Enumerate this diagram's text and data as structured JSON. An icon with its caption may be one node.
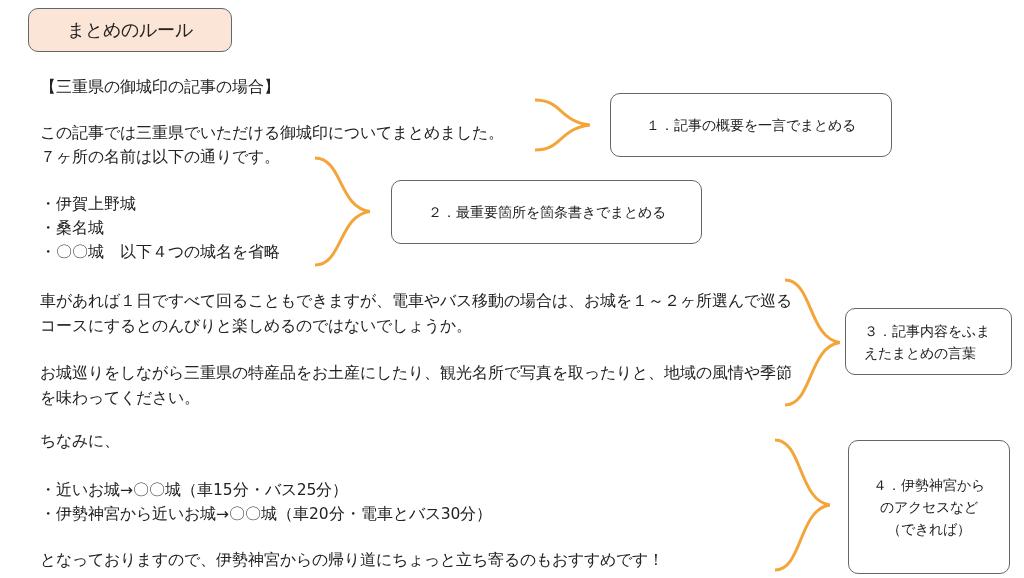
{
  "diagram": {
    "nodes": [
      {
        "text": [
          "まとめのルール"
        ]
      },
      {
        "text": [
          "１．記事の概要を一言でまとめる"
        ]
      },
      {
        "text": [
          "２．最重要箇所を箇条書きでまとめる"
        ]
      },
      {
        "text": [
          "３．記事内容をふまえたまとめの言葉"
        ]
      },
      {
        "text": [
          "４．伊勢神宮からのアクセスなど（できれば）"
        ]
      }
    ],
    "edges": [],
    "labels": [
      "【三重県の御城印の記事の場合】",
      "この記事では三重県でいただける御城印についてまとめました。",
      "７ヶ所の名前は以下の通りです。",
      "・伊賀上野城",
      "・桑名城",
      "・〇〇城　以下４つの城名を省略",
      "車があれば１日ですべて回ることもできますが、電車やバス移動の場合は、お城を１～２ヶ所選んで巡るコースにするとのんびりと楽しめるのではないでしょうか。",
      "お城巡りをしながら三重県の特産品をお土産にしたり、観光名所で写真を取ったりと、地域の風情や季節を味わってください。",
      "ちなみに、",
      "・近いお城→〇〇城（車15分・バス25分）",
      "・伊勢神宮から近いお城→〇〇城（車20分・電車とバス30分）",
      "となっておりますので、伊勢神宮からの帰り道にちょっと立ち寄るのもおすすめです！"
    ]
  }
}
